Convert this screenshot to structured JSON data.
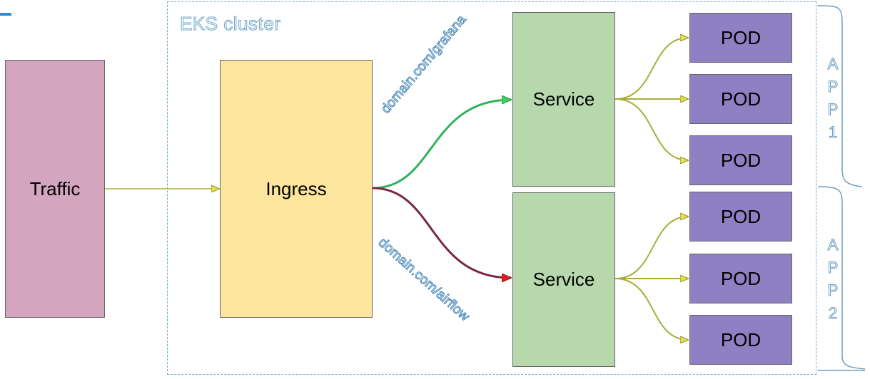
{
  "cluster": {
    "label": "EKS cluster"
  },
  "nodes": {
    "traffic": "Traffic",
    "ingress": "Ingress",
    "service1": "Service",
    "service2": "Service",
    "pods": [
      "POD",
      "POD",
      "POD",
      "POD",
      "POD",
      "POD"
    ]
  },
  "routes": {
    "grafana": "domain.com/grafana",
    "airflow": "domain.com/airflow"
  },
  "apps": {
    "app1": [
      "A",
      "P",
      "P",
      "1"
    ],
    "app2": [
      "A",
      "P",
      "P",
      "2"
    ]
  },
  "colors": {
    "traffic": "#d4a5be",
    "ingress": "#fce59c",
    "service": "#b7d8ac",
    "pod": "#8e80c3",
    "route_grafana": "#2fb25a",
    "route_airflow": "#7a2840",
    "pod_links": "#a8ad3a"
  }
}
